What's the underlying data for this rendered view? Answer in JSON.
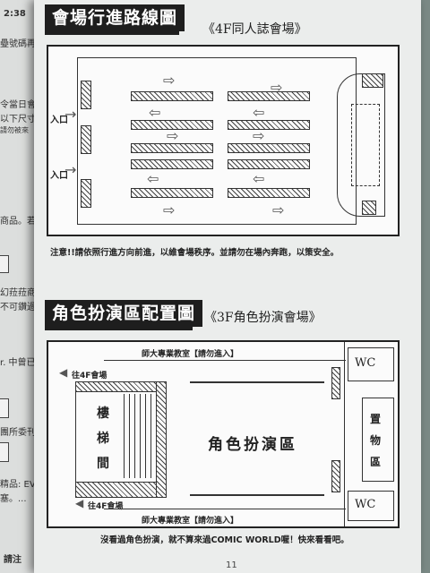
{
  "left_page": {
    "header": "2:38",
    "lines": [
      "疉號碼再",
      "令當日會",
      "以下尺寸",
      "請勿被來",
      "商品。若",
      "幻菈菈商",
      "不可鑽過",
      "r. 中曾已",
      "團所委刊",
      "精品: EV",
      "塞。..."
    ],
    "footer": "請注"
  },
  "section1": {
    "title": "會場行進路線圖",
    "venue": "《4F同人誌會場》",
    "entrance_label": "入口",
    "note": "注意!!請依照行進方向前進，以維會場秩序。並請勿在場內奔跑，以策安全。"
  },
  "section2": {
    "title": "角色扮演區配置圖",
    "venue": "《3F角色扮演會場》",
    "classroom_label": "師大專業教室【請勿進入】",
    "to_4f": "往4F會場",
    "stairs": "樓梯間",
    "cosplay_area": "角色扮演區",
    "storage": "置物區",
    "wc": "WC",
    "note": "沒看過角色扮演，就不算來過COMIC WORLD喔！快來看看吧。"
  },
  "page_number": "11"
}
